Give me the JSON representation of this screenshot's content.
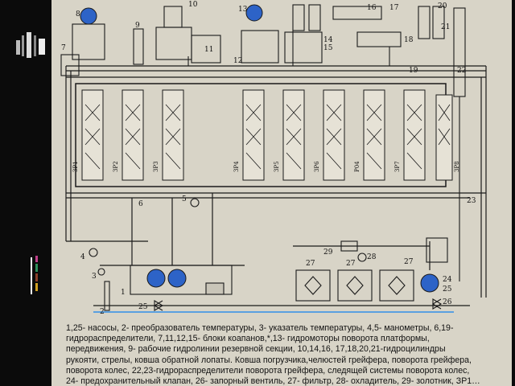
{
  "colors": {
    "slide_background": "#0b0b0b",
    "paper": "#d8d4c7",
    "line": "#1a1a1a",
    "pump_blue": "#2d63c7",
    "highlight_blue": "#5aa0e0",
    "accent_green": "#2f8f5a",
    "accent_pink": "#c0408a"
  },
  "diagram": {
    "callouts": [
      "1",
      "2",
      "3",
      "4",
      "5",
      "6",
      "7",
      "8",
      "9",
      "10",
      "11",
      "12",
      "13",
      "14",
      "15",
      "16",
      "17",
      "18",
      "19",
      "20",
      "21",
      "22",
      "23",
      "24",
      "25",
      "26",
      "27",
      "28",
      "29"
    ],
    "distributor_labels": [
      "ЗР1",
      "ЗР2",
      "ЗР3",
      "ЗР4",
      "ЗР5",
      "ЗР6",
      "Р04",
      "ЗР7",
      "ЗР8"
    ]
  },
  "caption": {
    "lines": [
      "1,25- насосы, 2- преобразователь температуры, 3- указатель температуры, 4,5- манометры, 6,19-",
      "гидрораспределители, 7,11,12,15- блоки коапанов,*,13- гидромоторы поворота платформы,",
      "передвижения, 9- рабочие гидролинии резервной секции, 10,14,16, 17,18,20,21-гидроцилиндры",
      "рукояти, стрелы, ковша обратной лопаты. Ковша погрузчика,челюстей грейфера, поворота грейфера,",
      "поворота колес, 22,23-гидрораспределители поворота грейфера, следящей системы поворота колес,",
      "24- предохранительный клапан, 26- запорный вентиль, 27- фильтр, 28- охладитель, 29- золотник, ЗР1…"
    ]
  }
}
